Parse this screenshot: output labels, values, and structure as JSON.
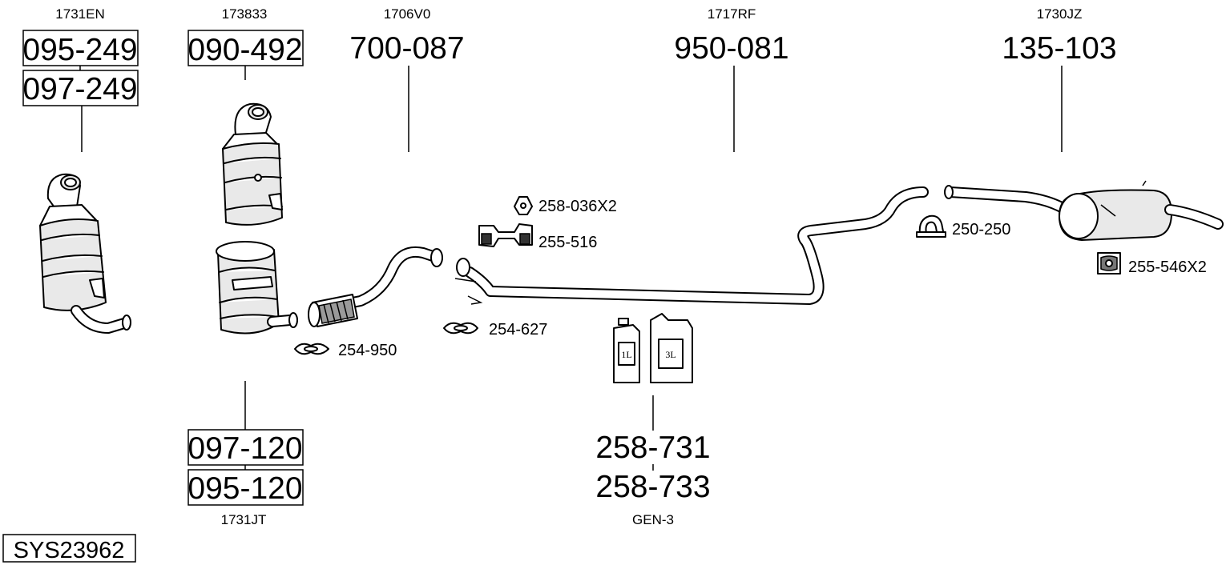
{
  "system_code": "SYS23962",
  "groups": {
    "cat_left": {
      "ref": "1731EN",
      "parts": [
        "095-249",
        "097-249"
      ]
    },
    "dpf_top": {
      "ref": "173833",
      "parts": [
        "090-492"
      ]
    },
    "dpf_bottom": {
      "ref": "1731JT",
      "parts": [
        "097-120",
        "095-120"
      ]
    },
    "front_pipe": {
      "ref": "1706V0",
      "parts": [
        "700-087"
      ]
    },
    "middle_pipe": {
      "ref": "1717RF",
      "parts": [
        "950-081"
      ]
    },
    "rear_box": {
      "ref": "1730JZ",
      "parts": [
        "135-103"
      ]
    },
    "fluid": {
      "ref": "GEN-3",
      "parts": [
        "258-731",
        "258-733"
      ],
      "can_small": "1L",
      "can_large": "3L"
    }
  },
  "small_parts": {
    "clamp_254_950": "254-950",
    "clamp_254_627": "254-627",
    "nut_258_036": "258-036X2",
    "bracket_255_516": "255-516",
    "clamp_250_250": "250-250",
    "rubber_255_546": "255-546X2"
  }
}
